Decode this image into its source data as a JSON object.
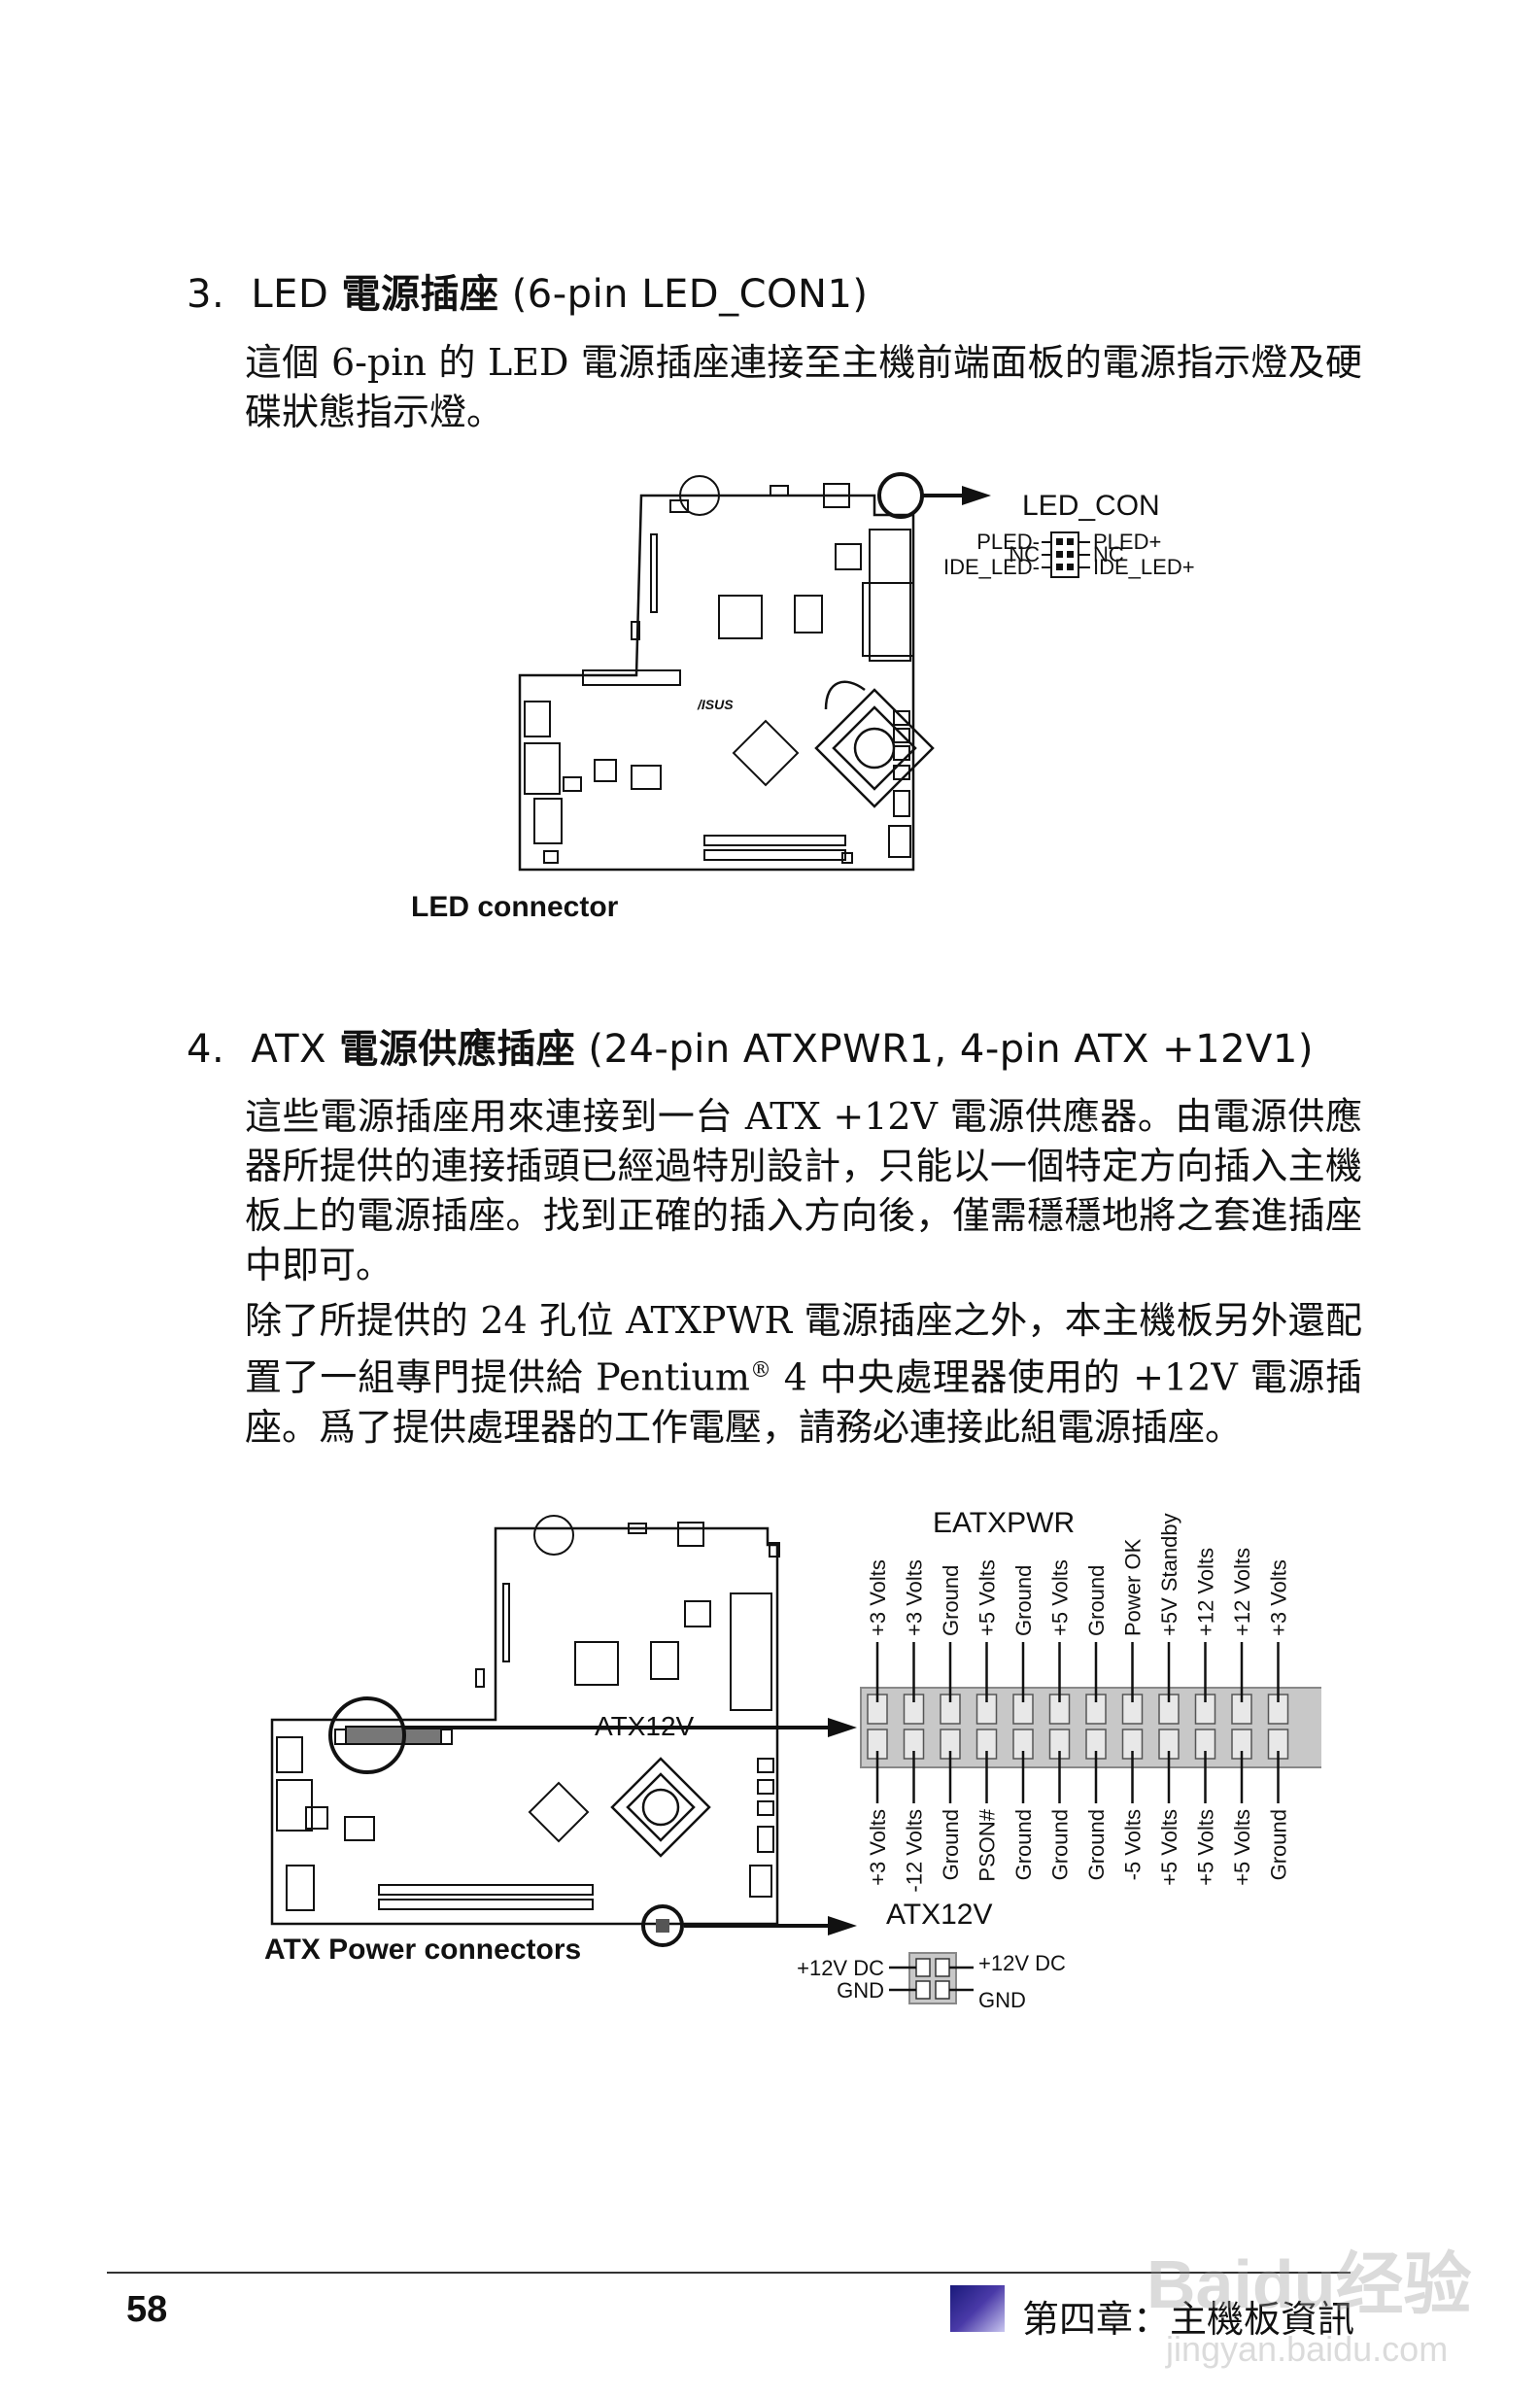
{
  "section3": {
    "number": "3.",
    "title_en": "LED",
    "title_cn": "電源插座",
    "title_note": "(6-pin LED_CON1)",
    "paragraph": "這個 6-pin 的 LED 電源插座連接至主機前端面板的電源指示燈及硬碟狀態指示燈。",
    "diagram": {
      "connector_title": "LED_CON",
      "left_pins": [
        "PLED-",
        "NC",
        "IDE_LED-"
      ],
      "right_pins": [
        "PLED+",
        "NC",
        "IDE_LED+"
      ],
      "caption": "LED connector",
      "board_logo": "/ISUS"
    }
  },
  "section4": {
    "number": "4.",
    "title_en": "ATX",
    "title_cn": "電源供應插座",
    "title_note": "(24-pin ATXPWR1, 4-pin ATX +12V1)",
    "paragraph1": "這些電源插座用來連接到一台 ATX +12V 電源供應器。由電源供應器所提供的連接插頭已經過特別設計，只能以一個特定方向插入主機板上的電源插座。找到正確的插入方向後，僅需穩穩地將之套進插座中即可。",
    "paragraph2_a": "除了所提供的 24 孔位 ATXPWR 電源插座之外，本主機板另外還配置了一組專門提供給 Pentium",
    "paragraph2_reg": "®",
    "paragraph2_b": " 4 中央處理器使用的 +12V 電源插座。爲了提供處理器的工作電壓，請務必連接此組電源插座。",
    "diagram": {
      "eatx_title": "EATXPWR",
      "top_row": [
        "+3 Volts",
        "+3 Volts",
        "Ground",
        "+5 Volts",
        "Ground",
        "+5 Volts",
        "Ground",
        "Power OK",
        "+5V Standby",
        "+12 Volts",
        "+12 Volts",
        "+3 Volts"
      ],
      "bottom_row": [
        "+3 Volts",
        "-12 Volts",
        "Ground",
        "PSON#",
        "Ground",
        "Ground",
        "Ground",
        "-5 Volts",
        "+5 Volts",
        "+5 Volts",
        "+5 Volts",
        "Ground"
      ],
      "board_label": "ATX12V",
      "atx12v_title": "ATX12V",
      "atx12v_left": [
        "+12V DC",
        "GND"
      ],
      "atx12v_right": [
        "+12V DC",
        "GND"
      ],
      "caption": "ATX Power connectors"
    }
  },
  "footer": {
    "page_number": "58",
    "chapter": "第四章：主機板資訊"
  },
  "watermark": {
    "brand": "Baidu经验",
    "url": "jingyan.baidu.com"
  },
  "colors": {
    "ink": "#111111",
    "connector_gray": "#c8c8c8",
    "chapter_mark": "#2a2a8a"
  }
}
